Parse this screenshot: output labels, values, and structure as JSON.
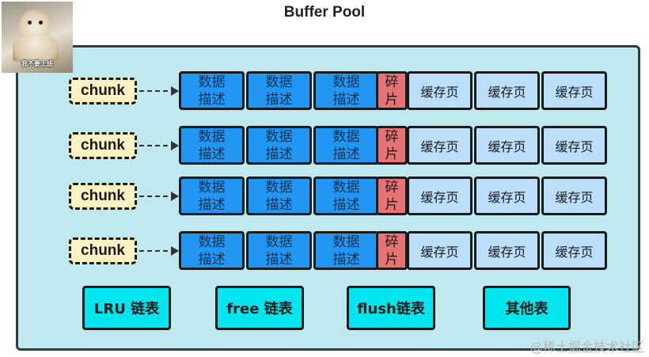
{
  "title": "Buffer Pool",
  "meme": {
    "caption": "我不要上班"
  },
  "rows": [
    {
      "chunk": "chunk",
      "descriptors": [
        [
          "数据",
          "描述"
        ],
        [
          "数据",
          "描述"
        ],
        [
          "数据",
          "描述"
        ]
      ],
      "fragment": [
        "碎",
        "片"
      ],
      "pages": [
        "缓存页",
        "缓存页",
        "缓存页"
      ]
    },
    {
      "chunk": "chunk",
      "descriptors": [
        [
          "数据",
          "描述"
        ],
        [
          "数据",
          "描述"
        ],
        [
          "数据",
          "描述"
        ]
      ],
      "fragment": [
        "碎",
        "片"
      ],
      "pages": [
        "缓存页",
        "缓存页",
        "缓存页"
      ]
    },
    {
      "chunk": "chunk",
      "descriptors": [
        [
          "数据",
          "描述"
        ],
        [
          "数据",
          "描述"
        ],
        [
          "数据",
          "描述"
        ]
      ],
      "fragment": [
        "碎",
        "片"
      ],
      "pages": [
        "缓存页",
        "缓存页",
        "缓存页"
      ]
    },
    {
      "chunk": "chunk",
      "descriptors": [
        [
          "数据",
          "描述"
        ],
        [
          "数据",
          "描述"
        ],
        [
          "数据",
          "描述"
        ]
      ],
      "fragment": [
        "碎",
        "片"
      ],
      "pages": [
        "缓存页",
        "缓存页",
        "缓存页"
      ]
    }
  ],
  "lists": [
    "LRU 链表",
    "free 链表",
    "flush链表",
    "其他表"
  ],
  "watermark": "@稀土掘金技术社区",
  "colors": {
    "pool_bg": "#bfe9ef",
    "chunk_bg": "#fff2c2",
    "descriptor_bg": "#2196f3",
    "fragment_bg": "#e57373",
    "page_bg": "#bbdefb",
    "list_bg": "#00e5ee"
  }
}
